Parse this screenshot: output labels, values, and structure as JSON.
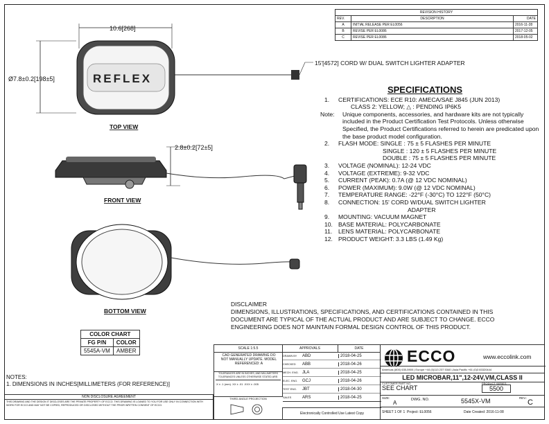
{
  "revision_history": {
    "title": "REVISION HISTORY",
    "headers": [
      "REV.",
      "DESCRIPTION",
      "DATE"
    ],
    "rows": [
      {
        "rev": "A",
        "desc": "INITIAL RELEASE PER EL0056",
        "date": "2016-11-28"
      },
      {
        "rev": "B",
        "desc": "REVISE PER EL0086",
        "date": "2017-12-05"
      },
      {
        "rev": "C",
        "desc": "REVISE PER EL0086",
        "date": "2018-05-02"
      }
    ]
  },
  "dims": {
    "width": "10.6[268]",
    "diameter": "Ø7.8±0.2[198±5]",
    "height": "2.8±0.2[72±5]",
    "cord": "15'[4572] CORD W/ DUAL SWITCH LIGHTER ADAPTER"
  },
  "views": {
    "top": "TOP VIEW",
    "front": "FRONT VIEW",
    "bottom": "BOTTOM VIEW"
  },
  "product_logo": "REFLEX",
  "specs": {
    "heading": "SPECIFICATIONS",
    "items": [
      {
        "n": "1.",
        "t": "CERTIFICATIONS: ECE R10: AMECA/SAE J845 (JUN 2013)"
      },
      {
        "n": "",
        "t": "CLASS 2: YELLOW;  △ : PENDING IP6K5"
      },
      {
        "n": "Note:",
        "t": "Unique components, accessories, and hardware kits are not typically included in the Product Certification Test Protocols. Unless otherwise Specified, the Product Certifications referred to herein are predicated upon the base product model configuration."
      },
      {
        "n": "2.",
        "t": "FLASH MODE: SINGLE : 75 ± 5 FLASHES PER MINUTE"
      },
      {
        "n": "",
        "t": "SINGLE : 120 ± 5 FLASHES PER MINUTE"
      },
      {
        "n": "",
        "t": "DOUBLE : 75 ± 5 FLASHES PER MINUTE"
      },
      {
        "n": "3.",
        "t": "VOLTAGE (NOMINAL): 12-24 VDC"
      },
      {
        "n": "4.",
        "t": "VOLTAGE (EXTREME): 9-32 VDC"
      },
      {
        "n": "5.",
        "t": "CURRENT (PEAK): 0.7A (@ 12 VDC NOMINAL)"
      },
      {
        "n": "6.",
        "t": "POWER (MAXIMUM): 9.0W (@ 12 VDC NOMINAL)"
      },
      {
        "n": "7.",
        "t": "TEMPERATURE RANGE: -22°F (-30°C) TO 122°F (50°C)"
      },
      {
        "n": "8.",
        "t": "CONNECTION: 15' CORD W/DUAL SWITCH LIGHTER"
      },
      {
        "n": "",
        "t": "ADAPTER"
      },
      {
        "n": "9.",
        "t": "MOUNTING: VACUUM MAGNET"
      },
      {
        "n": "10.",
        "t": "BASE MATERIAL: POLYCARBONATE"
      },
      {
        "n": "11.",
        "t": "LENS MATERIAL: POLYCARBONATE"
      },
      {
        "n": "12.",
        "t": "PRODUCT WEIGHT: 3.3 LBS (1.49 Kg)"
      }
    ]
  },
  "disclaimer": {
    "title": "DISCLAIMER",
    "text": "DIMENSIONS, ILLUSTRATIONS, SPECIFICATIONS, AND CERTIFICATIONS CONTAINED IN THIS DOCUMENT ARE TYPICAL OF THE ACTUAL PRODUCT AND ARE SUBJECT TO CHANGE. ECCO ENGINEERING DOES NOT MAINTAIN FORMAL DESIGN CONTROL OF THIS PRODUCT."
  },
  "color_chart": {
    "title": "COLOR CHART",
    "headers": [
      "FG P/N",
      "COLOR"
    ],
    "rows": [
      [
        "5545A-VM",
        "AMBER"
      ]
    ]
  },
  "notes": {
    "title": "NOTES:",
    "items": [
      "1. DIMENSIONS IN INCHES[MILLIMETERS (FOR REFERENCE)]"
    ]
  },
  "nda": {
    "title": "NON DISCLOSURE AGREEMENT",
    "text": "THIS DRAWING AND THE DESIGN IT DISCLOSES ARE THE PRIVATE PROPERTY OF ECCO. THIS DRAWING IS LOANED TO YOU FOR USE ONLY IN CONNECTION WITH WORK FOR ECCO AND MAY NOT BE COPIED, REPRODUCED OR DISCLOSED WITHOUT THE PRIOR WRITTEN CONSENT OF ECCO."
  },
  "title_block": {
    "scale": "SCALE 1:5.5",
    "approvals": "APPROVALS",
    "date_h": "DATE",
    "cad_note": "CAD GENERATED DRAWING DO NOT MANUALLY UPDATE. MODEL REFERENCED: A",
    "tol_note": "TOLERANCES ARE IN INCHES, AND MILLIMETERS TOLERANCES UNLESS OTHERWISE STATED ARE:",
    "tol_values": ".X ± .1 (mm)   .XX ± .01   .XXX ± .005",
    "angle_note": "THIRD ANGLE PROJECTION",
    "approvers": [
      {
        "role": "DRAWN BY",
        "name": "ABD",
        "date": "2018-04-25"
      },
      {
        "role": "CHECKED",
        "name": "ABB",
        "date": "2018-04-26"
      },
      {
        "role": "MECH. ENG.",
        "name": "JLA",
        "date": "2018-04-25"
      },
      {
        "role": "ELEC. ENG.",
        "name": "GCJ",
        "date": "2018-04-26"
      },
      {
        "role": "TEST ENG.",
        "name": "JBT",
        "date": "2018-04-30"
      },
      {
        "role": "SALES",
        "name": "ARS",
        "date": "2018-04-25"
      }
    ],
    "brand": "ECCO",
    "website": "www.eccolink.com",
    "contacts": "Americas (800) 635-5900  |  Europe +44 (0)113 237 5340  |  Asia Pacific +61 (0)3 83320444",
    "title": "LED MICROBAR,11\",12-24V,VM,CLASS II",
    "customer_pn_label": "CUSTOMER PART NO.",
    "customer_pn": "SEE CHART",
    "series_label": "PRODUCT SERIES",
    "series": "5500",
    "size_label": "SIZE:",
    "size": "A",
    "dwg_label": "DWG. NO.",
    "dwg": "5545X-VM",
    "rev_label": "REV.:",
    "rev": "C",
    "controlled": "Electronically Controlled Use Latest Copy",
    "sheet": "SHEET 1 OF 1",
    "project": "Project: EL0056",
    "created": "Date Created: 2016-11-08"
  }
}
